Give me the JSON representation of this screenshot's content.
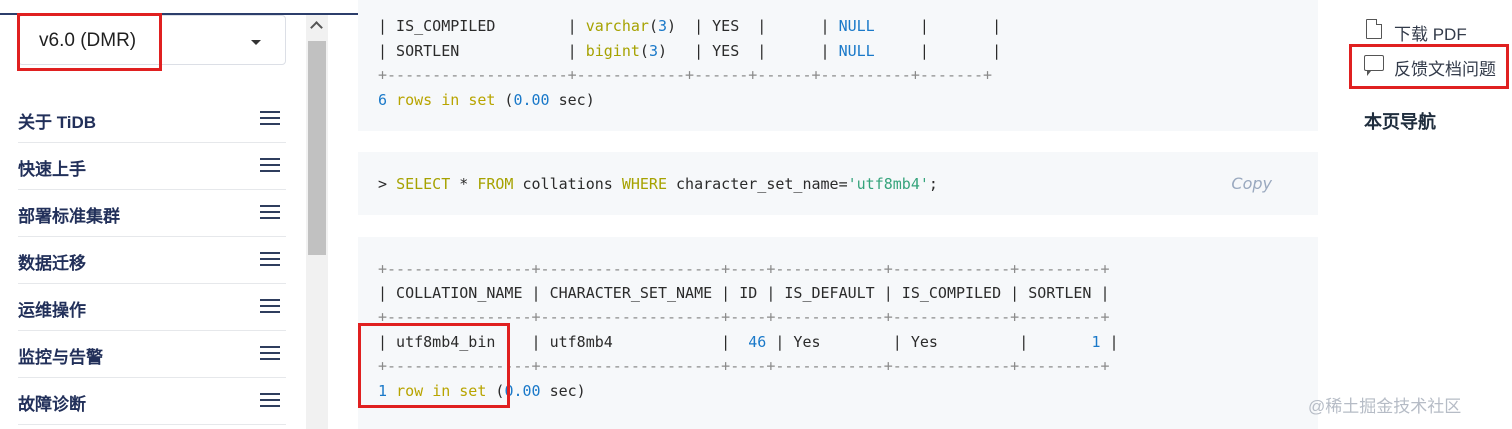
{
  "version_selector": {
    "value": "v6.0 (DMR)"
  },
  "sidebar": {
    "items": [
      {
        "label": "关于 TiDB"
      },
      {
        "label": "快速上手"
      },
      {
        "label": "部署标准集群"
      },
      {
        "label": "数据迁移"
      },
      {
        "label": "运维操作"
      },
      {
        "label": "监控与告警"
      },
      {
        "label": "故障诊断"
      }
    ]
  },
  "code_blocks": {
    "first": {
      "row1": {
        "pre": "| IS_COMPILED        | ",
        "type": "varchar",
        "arg": "3",
        "mid": "  | YES  |      | ",
        "null": "NULL",
        "post": "     |       |"
      },
      "row2": {
        "pre": "| SORTLEN            | ",
        "type": "bigint",
        "arg": "3",
        "mid": "   | YES  |      | ",
        "null": "NULL",
        "post": "     |       |"
      },
      "border": "+--------------------+------------+------+------+----------+-------+",
      "result": {
        "count": "6",
        "rows_word": "rows",
        "in_word": "in",
        "set_word": "set",
        "open": " (",
        "time": "0.00",
        "close": " sec)"
      }
    },
    "query": {
      "prompt": "> ",
      "select": "SELECT",
      "star": " * ",
      "from": "FROM",
      "table": " collations ",
      "where": "WHERE",
      "cond": " character_set_name=",
      "value": "'utf8mb4'",
      "end": ";",
      "copy_label": "Copy"
    },
    "result": {
      "border": "+----------------+--------------------+----+------------+-------------+---------+",
      "header": "| COLLATION_NAME | CHARACTER_SET_NAME | ID | IS_DEFAULT | IS_COMPILED | SORTLEN |",
      "row": {
        "a": "| utf8mb4_bin    | utf8mb4            |  ",
        "id": "46",
        "b": " | Yes        | Yes         |       ",
        "sortlen": "1",
        "c": " |"
      },
      "summary": {
        "count": "1",
        "row_word": "row",
        "in_word": "in",
        "set_word": "set",
        "open": " (",
        "time": "0.00",
        "close": " sec)"
      }
    }
  },
  "right_panel": {
    "download_pdf": "下载 PDF",
    "feedback": "反馈文档问题",
    "toc_title": "本页导航"
  },
  "watermark": "@稀土掘金技术社区",
  "colors": {
    "annotation_red": "#e02020",
    "nav_text": "#22305a",
    "code_bg": "#f6f8fa"
  }
}
